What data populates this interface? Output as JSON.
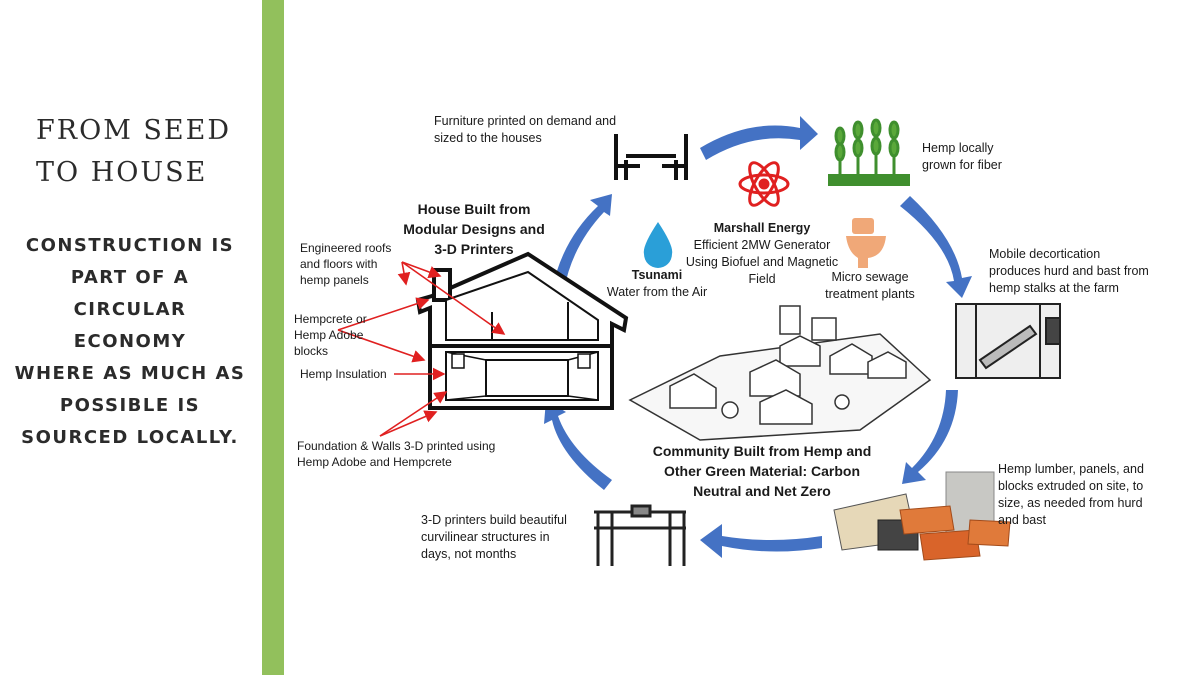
{
  "slide": {
    "title_line1": "FROM SEED",
    "title_line2": "TO HOUSE",
    "subtitle_lines": [
      "CONSTRUCTION IS",
      "PART OF A",
      "CIRCULAR",
      "ECONOMY",
      "WHERE AS MUCH AS",
      "POSSIBLE IS",
      "SOURCED LOCALLY."
    ]
  },
  "colors": {
    "accent_green": "#92c05c",
    "arrow_blue": "#4472c4",
    "callout_red": "#e02020"
  },
  "diagram": {
    "furniture": [
      "Furniture printed on demand and",
      "sized to the houses"
    ],
    "hemp_grown": [
      "Hemp locally",
      "grown for fiber"
    ],
    "decortication": [
      "Mobile decortication",
      "produces hurd and bast from",
      "hemp stalks at the farm"
    ],
    "lumber": [
      "Hemp lumber, panels, and",
      "blocks extruded on site, to",
      "size, as needed from hurd",
      "and bast"
    ],
    "printers": [
      "3-D printers build beautiful",
      "curvilinear structures in",
      "days, not months"
    ],
    "community": [
      "Community Built from Hemp and",
      "Other Green Material: Carbon",
      "Neutral and Net Zero"
    ],
    "house_built": [
      "House Built from",
      "Modular Designs and",
      "3-D Printers"
    ],
    "marshall": [
      "Marshall Energy",
      "Efficient 2MW Generator",
      "Using Biofuel and Magnetic",
      "Field"
    ],
    "tsunami": [
      "Tsunami",
      "Water from the Air"
    ],
    "sewage": [
      "Micro sewage",
      "treatment plants"
    ],
    "roofs": [
      "Engineered roofs",
      "and floors with",
      "hemp panels"
    ],
    "hempcrete": [
      "Hempcrete or",
      "Hemp Adobe",
      "blocks"
    ],
    "insulation": "Hemp Insulation",
    "foundation": [
      "Foundation & Walls 3-D printed using",
      "Hemp Adobe and Hempcrete"
    ]
  }
}
